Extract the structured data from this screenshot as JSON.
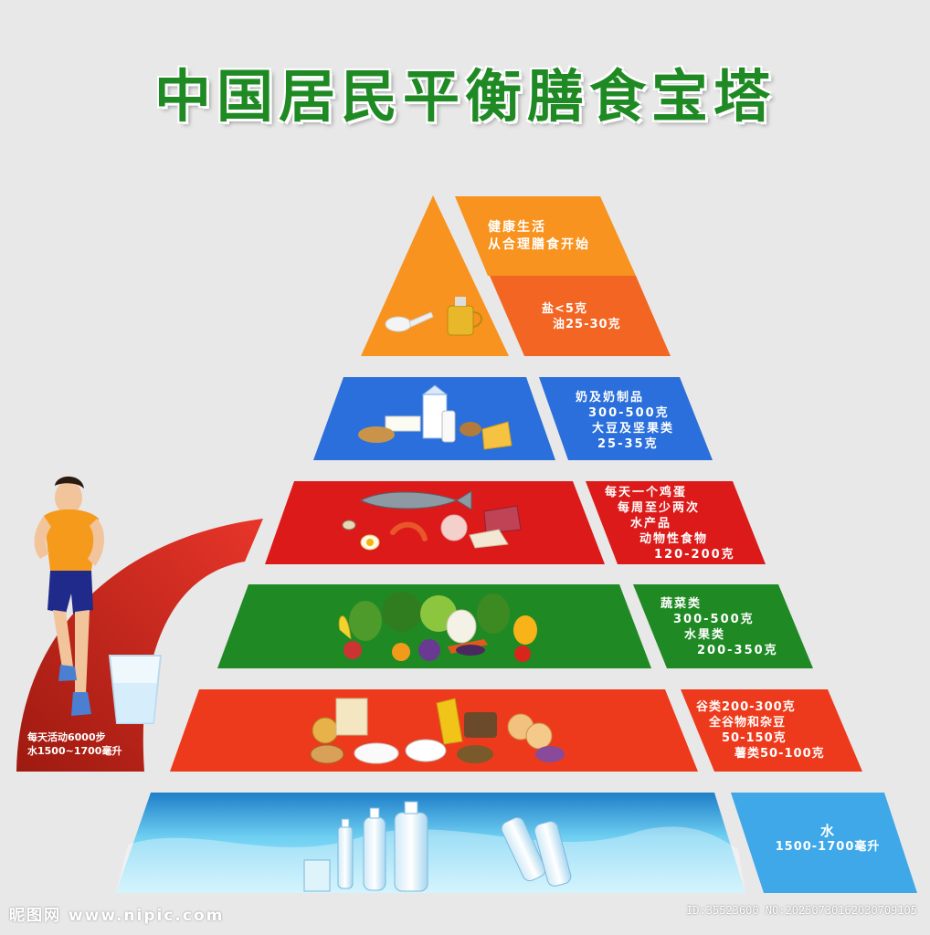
{
  "title": "中国居民平衡膳食宝塔",
  "colors": {
    "title_green": "#1f8a24",
    "orange": "#f7931e",
    "orange_dark": "#f26522",
    "blue": "#2a6fdb",
    "red": "#dd1a1a",
    "green": "#1f8a24",
    "red_orange": "#ee3a1c",
    "water_blue": "#3fa8e8"
  },
  "tiers": [
    {
      "name": "top",
      "lines_a": [
        "健康生活",
        "从合理膳食开始"
      ],
      "lines_b": [
        "盐<5克",
        "油25-30克"
      ]
    },
    {
      "name": "dairy",
      "lines": [
        "奶及奶制品",
        "300-500克",
        "大豆及坚果类",
        "25-35克"
      ]
    },
    {
      "name": "protein",
      "lines": [
        "每天一个鸡蛋",
        "每周至少两次",
        "水产品",
        "动物性食物",
        "120-200克"
      ]
    },
    {
      "name": "vegetable",
      "lines": [
        "蔬菜类",
        "300-500克",
        "水果类",
        "200-350克"
      ]
    },
    {
      "name": "grain",
      "lines": [
        "谷类200-300克",
        "全谷物和杂豆",
        "50-150克",
        "薯类50-100克"
      ]
    },
    {
      "name": "water",
      "lines": [
        "水",
        "1500-1700毫升"
      ]
    }
  ],
  "runner": {
    "lines": [
      "每天活动6000步",
      "水1500~1700毫升"
    ]
  },
  "footer": {
    "left": "昵图网 www.nipic.com",
    "right": "ID:35523600 NO:20250730162030709105"
  }
}
